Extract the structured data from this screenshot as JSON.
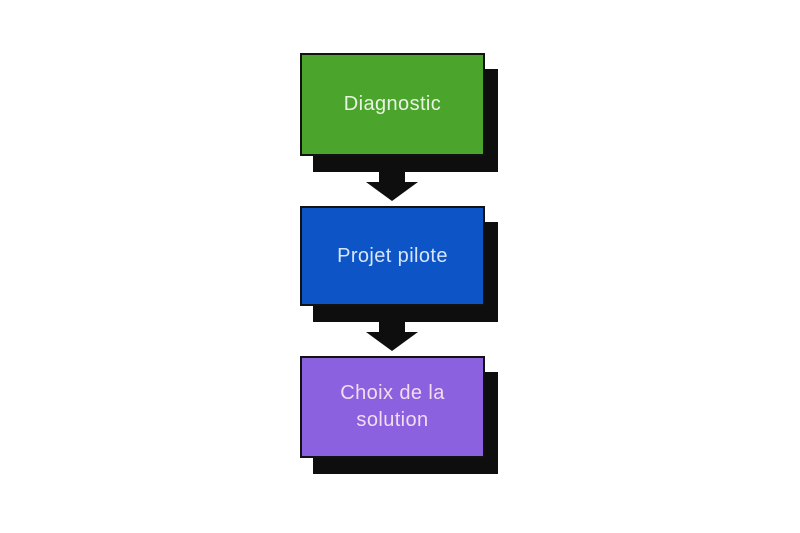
{
  "page": {
    "background_color": "#ffffff"
  },
  "flowchart": {
    "title": "",
    "direction": "top-to-bottom",
    "border_color": "#121212",
    "shadow_color": "#0e0e0e",
    "connector": {
      "icon": "down-arrow-icon",
      "color": "#0e0e0e"
    },
    "steps": [
      {
        "label": "Diagnostic",
        "fill": "#4BA52D",
        "text_color": "#e9f3e2"
      },
      {
        "label": "Projet pilote",
        "fill": "#0D55C6",
        "text_color": "#d6e5f9"
      },
      {
        "label": "Choix de la solution",
        "fill": "#8B61E0",
        "text_color": "#f2dcf0"
      }
    ]
  }
}
